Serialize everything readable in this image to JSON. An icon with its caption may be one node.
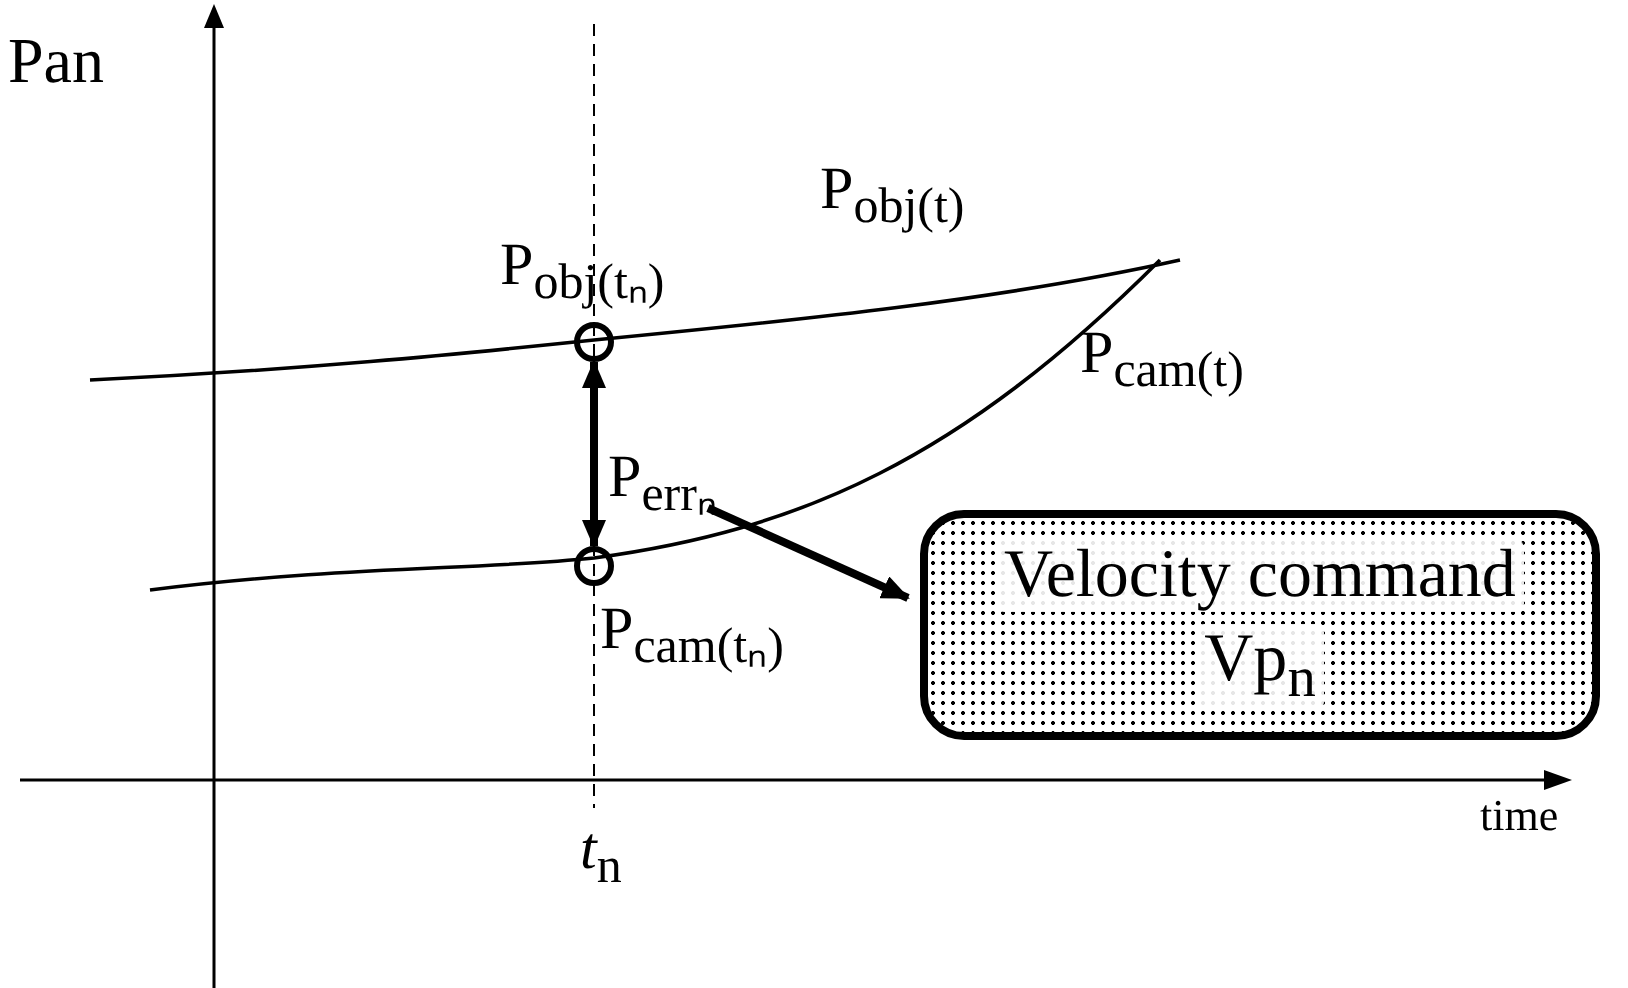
{
  "diagram": {
    "nodes": [
      {
        "text": [],
        "shape": "circle"
      },
      {
        "text": [],
        "shape": "circle"
      },
      {
        "text": [
          "P$_{errₙ}$"
        ]
      },
      {
        "text": [
          "Velocity command",
          "Vp$_{n}$"
        ]
      }
    ],
    "edges": [
      {
        "from": 0,
        "to": 1,
        "arrow": "both"
      },
      {
        "from": 2,
        "to": 3,
        "arrow": "to"
      }
    ],
    "labels": [
      "Pan",
      "P$_{obj(tₙ)}$",
      "P$_{obj(t)}$",
      "P$_{cam(t)}$",
      "P$_{cam(tₙ)}$",
      "time",
      "*t*$_{n}$"
    ]
  }
}
